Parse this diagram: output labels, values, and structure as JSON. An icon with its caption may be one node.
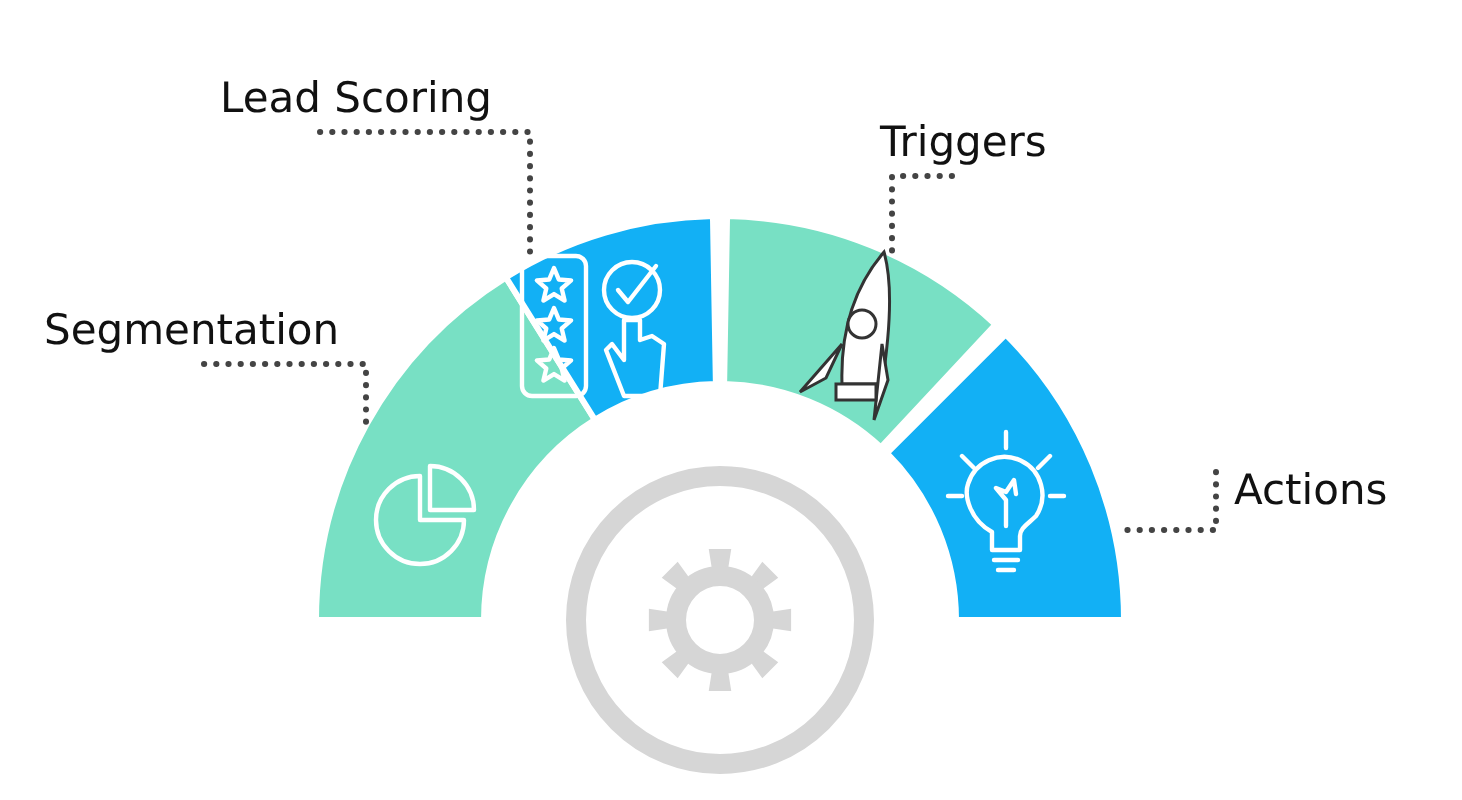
{
  "diagram": {
    "nodes": [
      {
        "text": [
          "Lead Scoring"
        ]
      },
      {
        "text": [
          "Triggers"
        ]
      },
      {
        "text": [
          "Segmentation"
        ]
      },
      {
        "text": [
          "Actions"
        ]
      },
      {
        "text": [],
        "shape": "arc"
      },
      {
        "text": [],
        "shape": "arc"
      },
      {
        "text": [],
        "shape": "arc"
      },
      {
        "text": [],
        "shape": "arc"
      }
    ],
    "edges": [
      {
        "from": 0,
        "to": 5,
        "arrow": "none"
      },
      {
        "from": 1,
        "to": 6,
        "arrow": "none"
      },
      {
        "from": 2,
        "to": 4,
        "arrow": "none"
      },
      {
        "from": 3,
        "to": 7,
        "arrow": "none"
      }
    ]
  }
}
